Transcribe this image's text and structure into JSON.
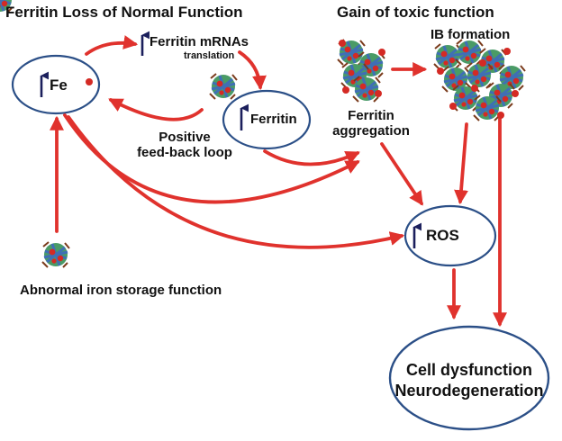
{
  "headings": {
    "loss": "Ferritin Loss of Normal Function",
    "gain": "Gain of toxic function"
  },
  "nodes": {
    "fe": "Fe",
    "ferritin_mrnas": "Ferritin mRNAs",
    "translation": "translation",
    "ferritin": "Ferritin",
    "positive_loop_1": "Positive",
    "positive_loop_2": "feed-back loop",
    "aggregation_1": "Ferritin",
    "aggregation_2": "aggregation",
    "ib_formation": "IB formation",
    "ros": "ROS",
    "abnormal_storage": "Abnormal iron storage function",
    "cell_dysfunction": "Cell dysfunction",
    "neurodegeneration": "Neurodegeneration"
  },
  "icons": [
    "up-arrow-icon",
    "ferritin-particle-icon",
    "iron-dot-icon",
    "inclusion-body-icon"
  ],
  "colors": {
    "arrow_red": "#e0322d",
    "ellipse_stroke": "#2b4f87",
    "up_arrow": "#1b1f5c",
    "particle_green": "#4a9b66",
    "particle_blue": "#3f6fb5",
    "particle_red": "#d42a24"
  }
}
